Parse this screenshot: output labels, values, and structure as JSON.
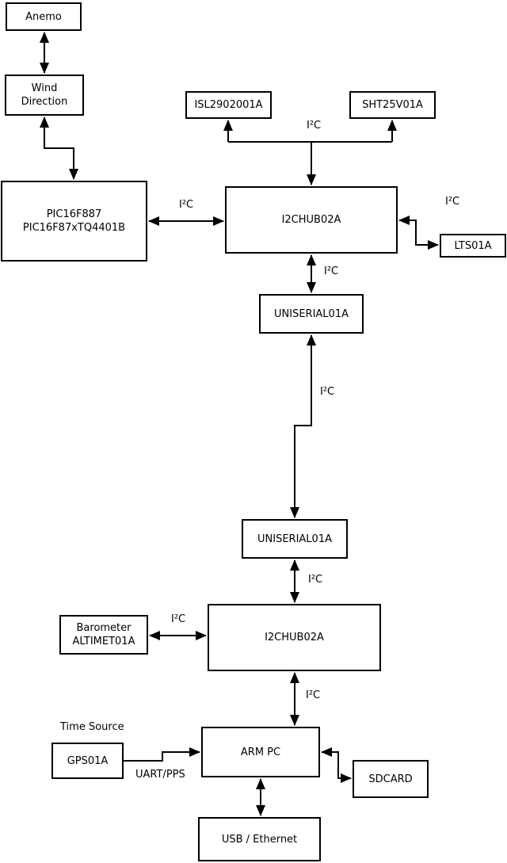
{
  "diagram": {
    "type": "block-diagram",
    "colors": {
      "background": "#ffffff",
      "box_fill": "#ffffff",
      "box_border": "#000000",
      "line": "#000000",
      "text": "#000000"
    },
    "nodes": {
      "anemo": {
        "label": "Anemo"
      },
      "wind_direction": {
        "line1": "Wind",
        "line2": "Direction"
      },
      "pic": {
        "line1": "PIC16F887",
        "line2": "PIC16F87xTQ4401B"
      },
      "isl": {
        "label": "ISL2902001A"
      },
      "sht": {
        "label": "SHT25V01A"
      },
      "i2chub_top": {
        "label": "I2CHUB02A"
      },
      "lts": {
        "label": "LTS01A"
      },
      "uniserial_top": {
        "label": "UNISERIAL01A"
      },
      "uniserial_bottom": {
        "label": "UNISERIAL01A"
      },
      "barometer": {
        "line1": "Barometer",
        "line2": "ALTIMET01A"
      },
      "i2chub_bottom": {
        "label": "I2CHUB02A"
      },
      "arm_pc": {
        "label": "ARM PC"
      },
      "gps": {
        "label": "GPS01A"
      },
      "sdcard": {
        "label": "SDCARD"
      },
      "usb_ethernet": {
        "label": "USB / Ethernet"
      }
    },
    "edges": [
      {
        "from": "anemo",
        "to": "wind_direction",
        "direction": "both"
      },
      {
        "from": "wind_direction",
        "to": "pic",
        "direction": "both"
      },
      {
        "from": "pic",
        "to": "i2chub_top",
        "direction": "both",
        "label": "I²C"
      },
      {
        "from": "i2chub_top",
        "to": [
          "isl",
          "sht"
        ],
        "direction": "to",
        "label": "I²C"
      },
      {
        "from": "i2chub_top",
        "to": "lts",
        "direction": "both",
        "label": "I²C"
      },
      {
        "from": "i2chub_top",
        "to": "uniserial_top",
        "direction": "both",
        "label": "I²C"
      },
      {
        "from": "uniserial_top",
        "to": "uniserial_bottom",
        "direction": "both",
        "label": "I²C"
      },
      {
        "from": "uniserial_bottom",
        "to": "i2chub_bottom",
        "direction": "both",
        "label": "I²C"
      },
      {
        "from": "barometer",
        "to": "i2chub_bottom",
        "direction": "both",
        "label": "I²C"
      },
      {
        "from": "i2chub_bottom",
        "to": "arm_pc",
        "direction": "both",
        "label": "I²C"
      },
      {
        "from": "gps",
        "to": "arm_pc",
        "direction": "to",
        "label": "UART/PPS"
      },
      {
        "from": "arm_pc",
        "to": "sdcard",
        "direction": "both"
      },
      {
        "from": "arm_pc",
        "to": "usb_ethernet",
        "direction": "both"
      }
    ],
    "annotations": {
      "time_source": "Time Source"
    }
  }
}
